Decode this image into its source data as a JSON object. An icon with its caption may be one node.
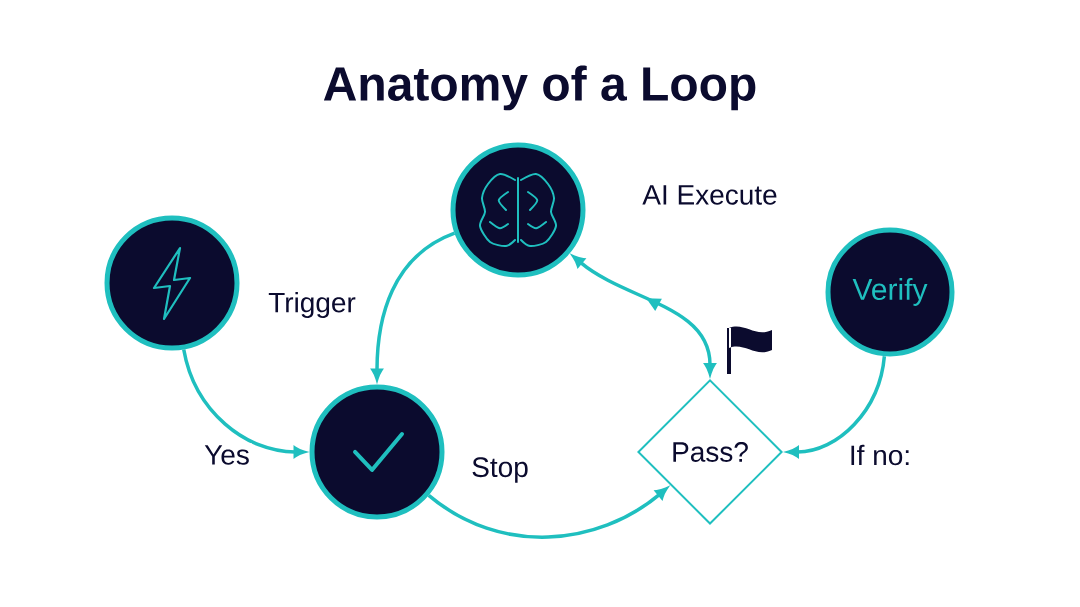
{
  "diagram": {
    "title": "Anatomy of a Loop",
    "nodes": [
      {
        "text": [],
        "shape": "circle",
        "beside": [
          "Trigger"
        ]
      },
      {
        "text": [],
        "shape": "circle",
        "beside": [
          "AI Execute"
        ]
      },
      {
        "text": [],
        "shape": "circle",
        "beside": [
          "Stop"
        ]
      },
      {
        "text": [
          "Verify"
        ]
      },
      {
        "text": [
          "Pass?"
        ]
      }
    ],
    "edges": [
      {
        "from": 0,
        "to": 2,
        "arrow": "to",
        "label": "Yes"
      },
      {
        "from": 1,
        "to": 2,
        "arrow": "to"
      },
      {
        "from": 4,
        "to": 1,
        "arrow": "both"
      },
      {
        "from": 2,
        "to": 4,
        "arrow": "to"
      },
      {
        "from": 3,
        "to": 4,
        "arrow": "to",
        "label": "If no:"
      }
    ]
  }
}
